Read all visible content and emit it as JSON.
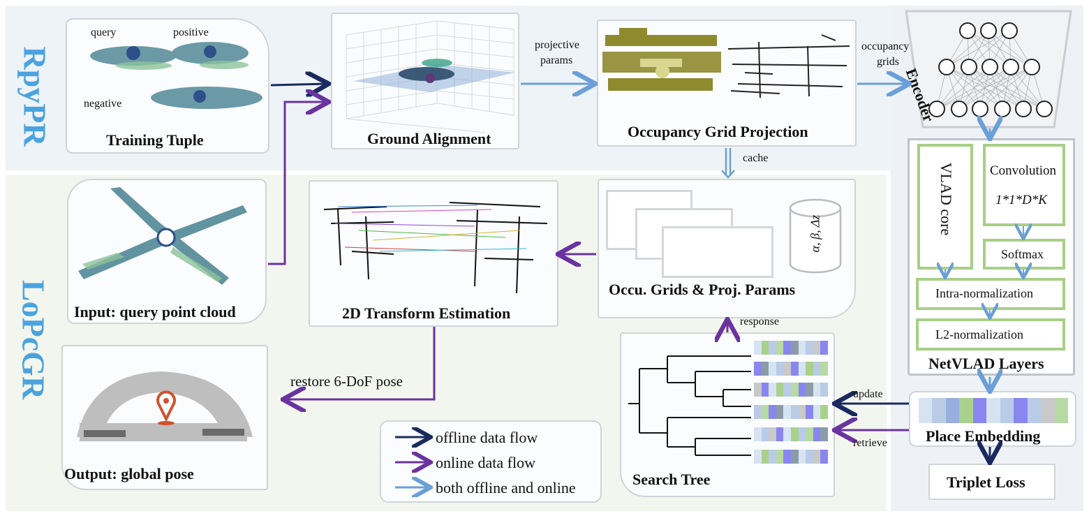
{
  "sections": {
    "top_label": "RpyPR",
    "bottom_label": "LoPcGR"
  },
  "blocks": {
    "training_tuple": {
      "title": "Training Tuple",
      "query": "query",
      "positive": "positive",
      "negative": "negative"
    },
    "ground_alignment": {
      "title": "Ground Alignment"
    },
    "occupancy_projection": {
      "title": "Occupancy Grid Projection"
    },
    "encoder": {
      "title": "Encoder"
    },
    "netvlad": {
      "title": "NetVLAD Layers",
      "vlad_core": "VLAD core",
      "convolution": "Convolution",
      "conv_dims": "1*1*D*K",
      "softmax": "Softmax",
      "intra_norm": "Intra-normalization",
      "l2_norm": "L2-normalization"
    },
    "place_embedding": {
      "title": "Place Embedding"
    },
    "triplet_loss": {
      "title": "Triplet Loss"
    },
    "input_cloud": {
      "title": "Input: query point cloud"
    },
    "transform_2d": {
      "title": "2D Transform Estimation"
    },
    "occu_grids": {
      "title": "Occu. Grids & Proj. Params",
      "params": "α, β, Δz"
    },
    "search_tree": {
      "title": "Search Tree"
    },
    "output_pose": {
      "title": "Output: global pose"
    }
  },
  "arrow_labels": {
    "projective_params_1": "projective",
    "projective_params_2": "params",
    "occupancy_grids_1": "occupancy",
    "occupancy_grids_2": "grids",
    "cache": "cache",
    "response": "response",
    "update": "update",
    "retrieve": "retrieve",
    "restore": "restore 6-DoF pose"
  },
  "legend": {
    "offline": "offline data flow",
    "online": "online data flow",
    "both": "both offline and online"
  },
  "colors": {
    "offline": "#1a2a5e",
    "online": "#6a33a0",
    "both": "#6a9fd8",
    "section_text": "#4aa3df",
    "top_bg": "#eef3f8",
    "bottom_bg": "#f3f6ee",
    "netvlad_bg": "#eef2f6",
    "netvlad_border": "#a7cf86"
  }
}
